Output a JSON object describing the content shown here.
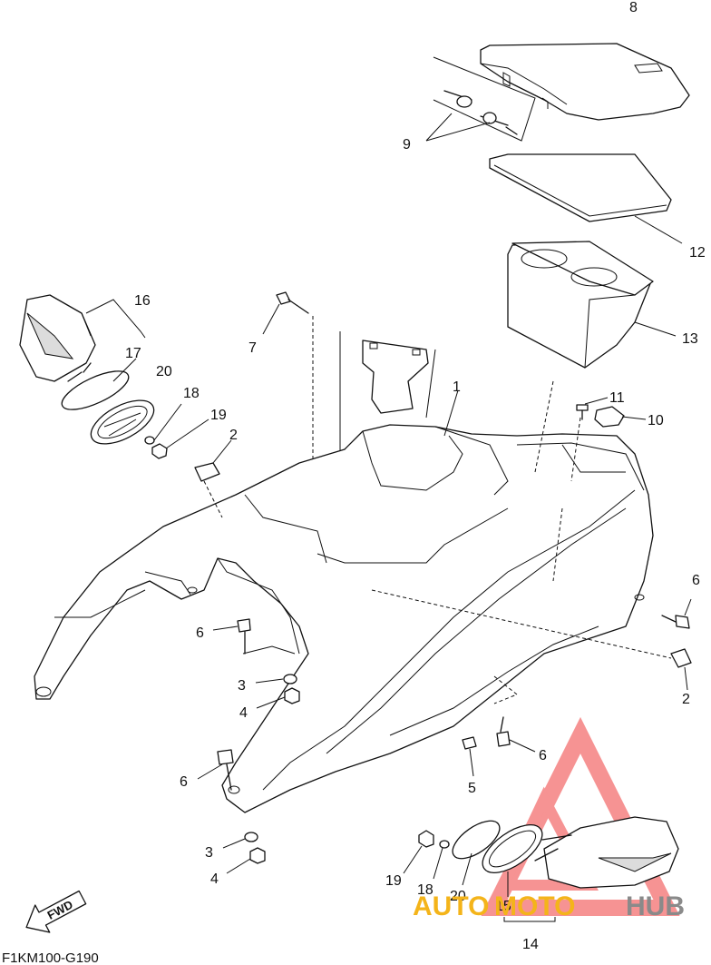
{
  "diagram": {
    "figure_code": "F1KM100-G190",
    "direction_arrow_label": "FWD",
    "watermark": {
      "text_part1": "AUTO",
      "text_part2": "MOTO",
      "text_part3": "HUB",
      "color_part1": "#f4b41a",
      "color_part2": "#f4b41a",
      "color_part3": "#8a8a8a",
      "logo_color": "#ef3b3b"
    },
    "callouts": [
      {
        "id": "c8",
        "label": "8"
      },
      {
        "id": "c9",
        "label": "9"
      },
      {
        "id": "c12",
        "label": "12"
      },
      {
        "id": "c13",
        "label": "13"
      },
      {
        "id": "c16",
        "label": "16"
      },
      {
        "id": "c7",
        "label": "7"
      },
      {
        "id": "c1",
        "label": "1"
      },
      {
        "id": "c17",
        "label": "17"
      },
      {
        "id": "c20a",
        "label": "20"
      },
      {
        "id": "c18a",
        "label": "18"
      },
      {
        "id": "c11",
        "label": "11"
      },
      {
        "id": "c10",
        "label": "10"
      },
      {
        "id": "c19a",
        "label": "19"
      },
      {
        "id": "c2a",
        "label": "2"
      },
      {
        "id": "c6a",
        "label": "6"
      },
      {
        "id": "c6b",
        "label": "6"
      },
      {
        "id": "c3a",
        "label": "3"
      },
      {
        "id": "c4a",
        "label": "4"
      },
      {
        "id": "c2b",
        "label": "2"
      },
      {
        "id": "c6c",
        "label": "6"
      },
      {
        "id": "c6d",
        "label": "6"
      },
      {
        "id": "c5",
        "label": "5"
      },
      {
        "id": "c3b",
        "label": "3"
      },
      {
        "id": "c4b",
        "label": "4"
      },
      {
        "id": "c19b",
        "label": "19"
      },
      {
        "id": "c18b",
        "label": "18"
      },
      {
        "id": "c20b",
        "label": "20"
      },
      {
        "id": "c15",
        "label": "15"
      },
      {
        "id": "c14",
        "label": "14"
      }
    ]
  }
}
